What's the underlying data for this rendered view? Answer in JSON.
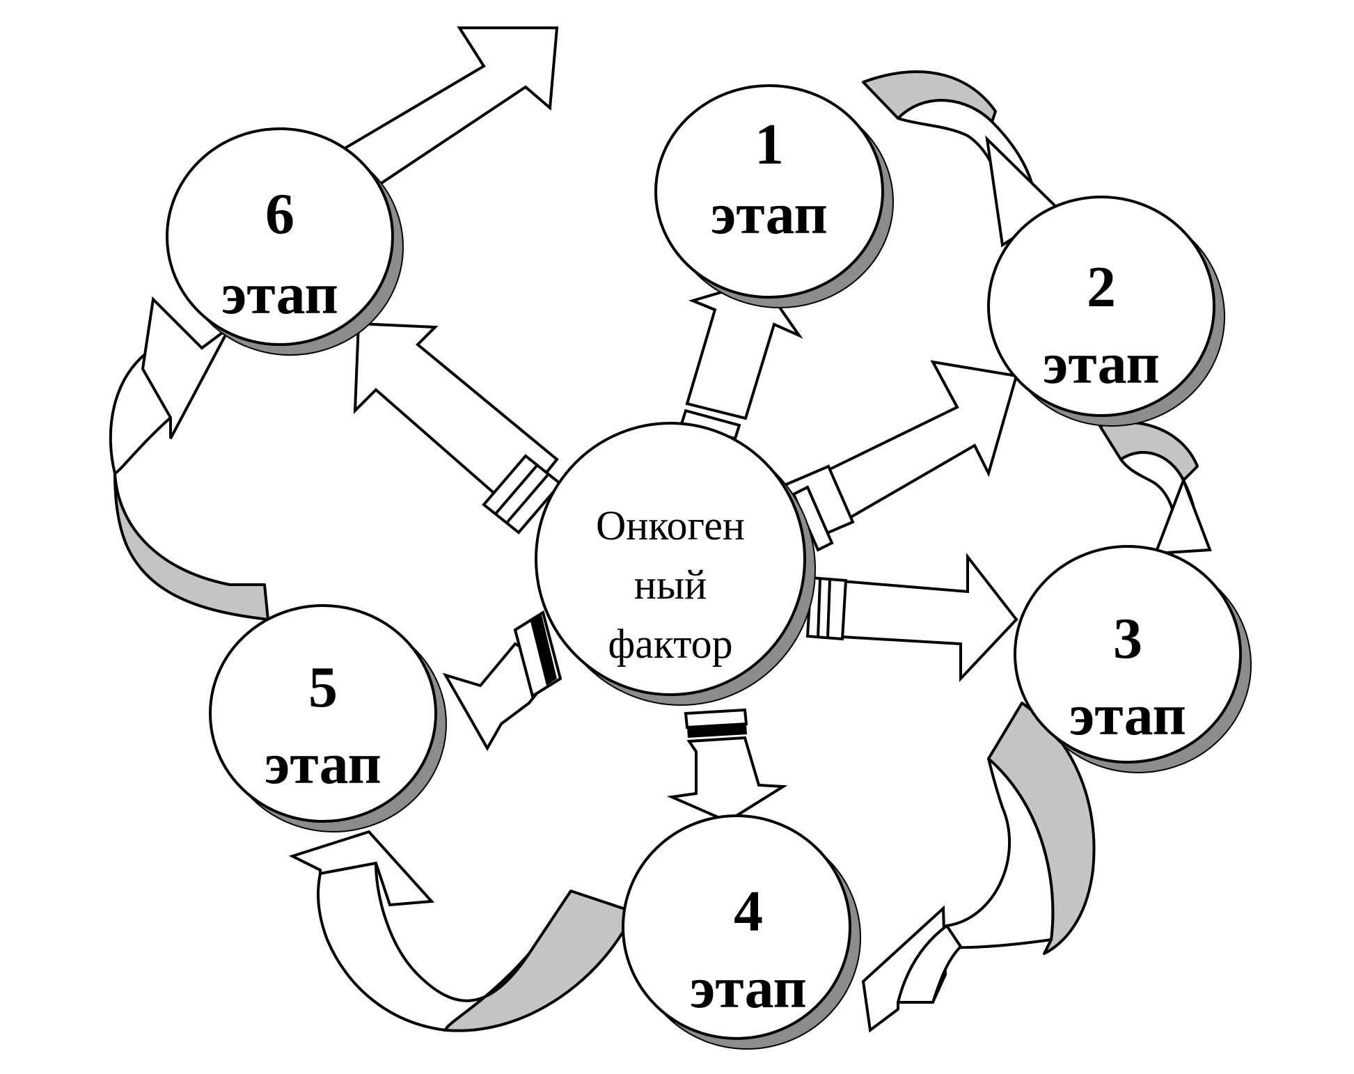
{
  "center": {
    "lines": [
      "Онкоген",
      "ный",
      "фактор"
    ]
  },
  "stages": [
    {
      "number": "1",
      "word": "этап"
    },
    {
      "number": "2",
      "word": "этап"
    },
    {
      "number": "3",
      "word": "этап"
    },
    {
      "number": "4",
      "word": "этап"
    },
    {
      "number": "5",
      "word": "этап"
    },
    {
      "number": "6",
      "word": "этап"
    }
  ],
  "colors": {
    "stroke": "#000000",
    "fill": "#ffffff",
    "band_shade": "#c4c4c4",
    "circle_shadow": "#8c8c8c"
  }
}
